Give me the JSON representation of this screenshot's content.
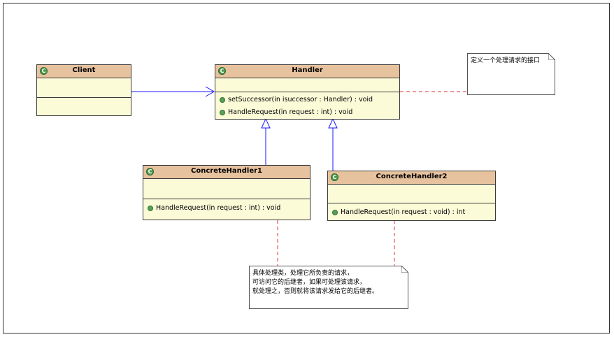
{
  "classes": {
    "client": {
      "name": "Client",
      "operations": []
    },
    "handler": {
      "name": "Handler",
      "operations": [
        "setSuccessor(in isuccessor : Handler) : void",
        "HandleRequest(in request : int) : void"
      ]
    },
    "concrete1": {
      "name": "ConcreteHandler1",
      "operations": [
        "HandleRequest(in request : int) : void"
      ]
    },
    "concrete2": {
      "name": "ConcreteHandler2",
      "operations": [
        "HandleRequest(in request : void) : int"
      ]
    }
  },
  "notes": {
    "handler_note": {
      "lines": [
        "定义一个处理请求的接口"
      ]
    },
    "concrete_note": {
      "lines": [
        "具体处理类，处理它所负责的请求，",
        "可访问它的后继者，如果可处理该请求，",
        "就处理之，否则就将该请求发给它的后继者。"
      ]
    }
  },
  "colors": {
    "class_header": "#e7c29e",
    "class_body": "#fbfbd8",
    "association_line": "#1a1aff",
    "note_link": "#e23030"
  }
}
